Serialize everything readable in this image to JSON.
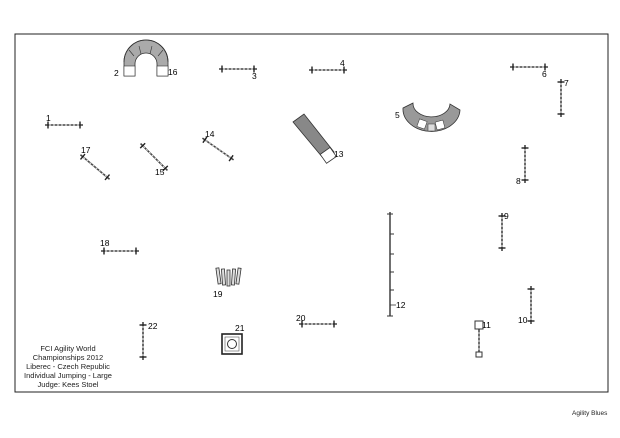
{
  "course_info": {
    "line1": "FCI Agility World",
    "line2": "Championships 2012",
    "line3": "Liberec - Czech Republic",
    "line4": "Individual Jumping  -  Large",
    "line5": "Judge: Kees Stoel"
  },
  "credit": "Agility Blues",
  "obstacles": [
    {
      "label": "1",
      "type": "hurdle"
    },
    {
      "label": "2",
      "type": "tunnel-end"
    },
    {
      "label": "3",
      "type": "hurdle"
    },
    {
      "label": "4",
      "type": "hurdle"
    },
    {
      "label": "5",
      "type": "tunnel-end"
    },
    {
      "label": "6",
      "type": "hurdle"
    },
    {
      "label": "7",
      "type": "hurdle"
    },
    {
      "label": "8",
      "type": "hurdle"
    },
    {
      "label": "9",
      "type": "hurdle"
    },
    {
      "label": "10",
      "type": "hurdle"
    },
    {
      "label": "11",
      "type": "tyre"
    },
    {
      "label": "12",
      "type": "long-jump"
    },
    {
      "label": "13",
      "type": "chute"
    },
    {
      "label": "14",
      "type": "hurdle"
    },
    {
      "label": "15",
      "type": "hurdle"
    },
    {
      "label": "16",
      "type": "tunnel-end"
    },
    {
      "label": "17",
      "type": "hurdle"
    },
    {
      "label": "18",
      "type": "hurdle"
    },
    {
      "label": "19",
      "type": "long-jump"
    },
    {
      "label": "20",
      "type": "hurdle"
    },
    {
      "label": "21",
      "type": "table"
    },
    {
      "label": "22",
      "type": "hurdle"
    }
  ],
  "colors": {
    "tunnel_dark": "#777777",
    "tunnel_light": "#cccccc",
    "line": "#333333"
  }
}
